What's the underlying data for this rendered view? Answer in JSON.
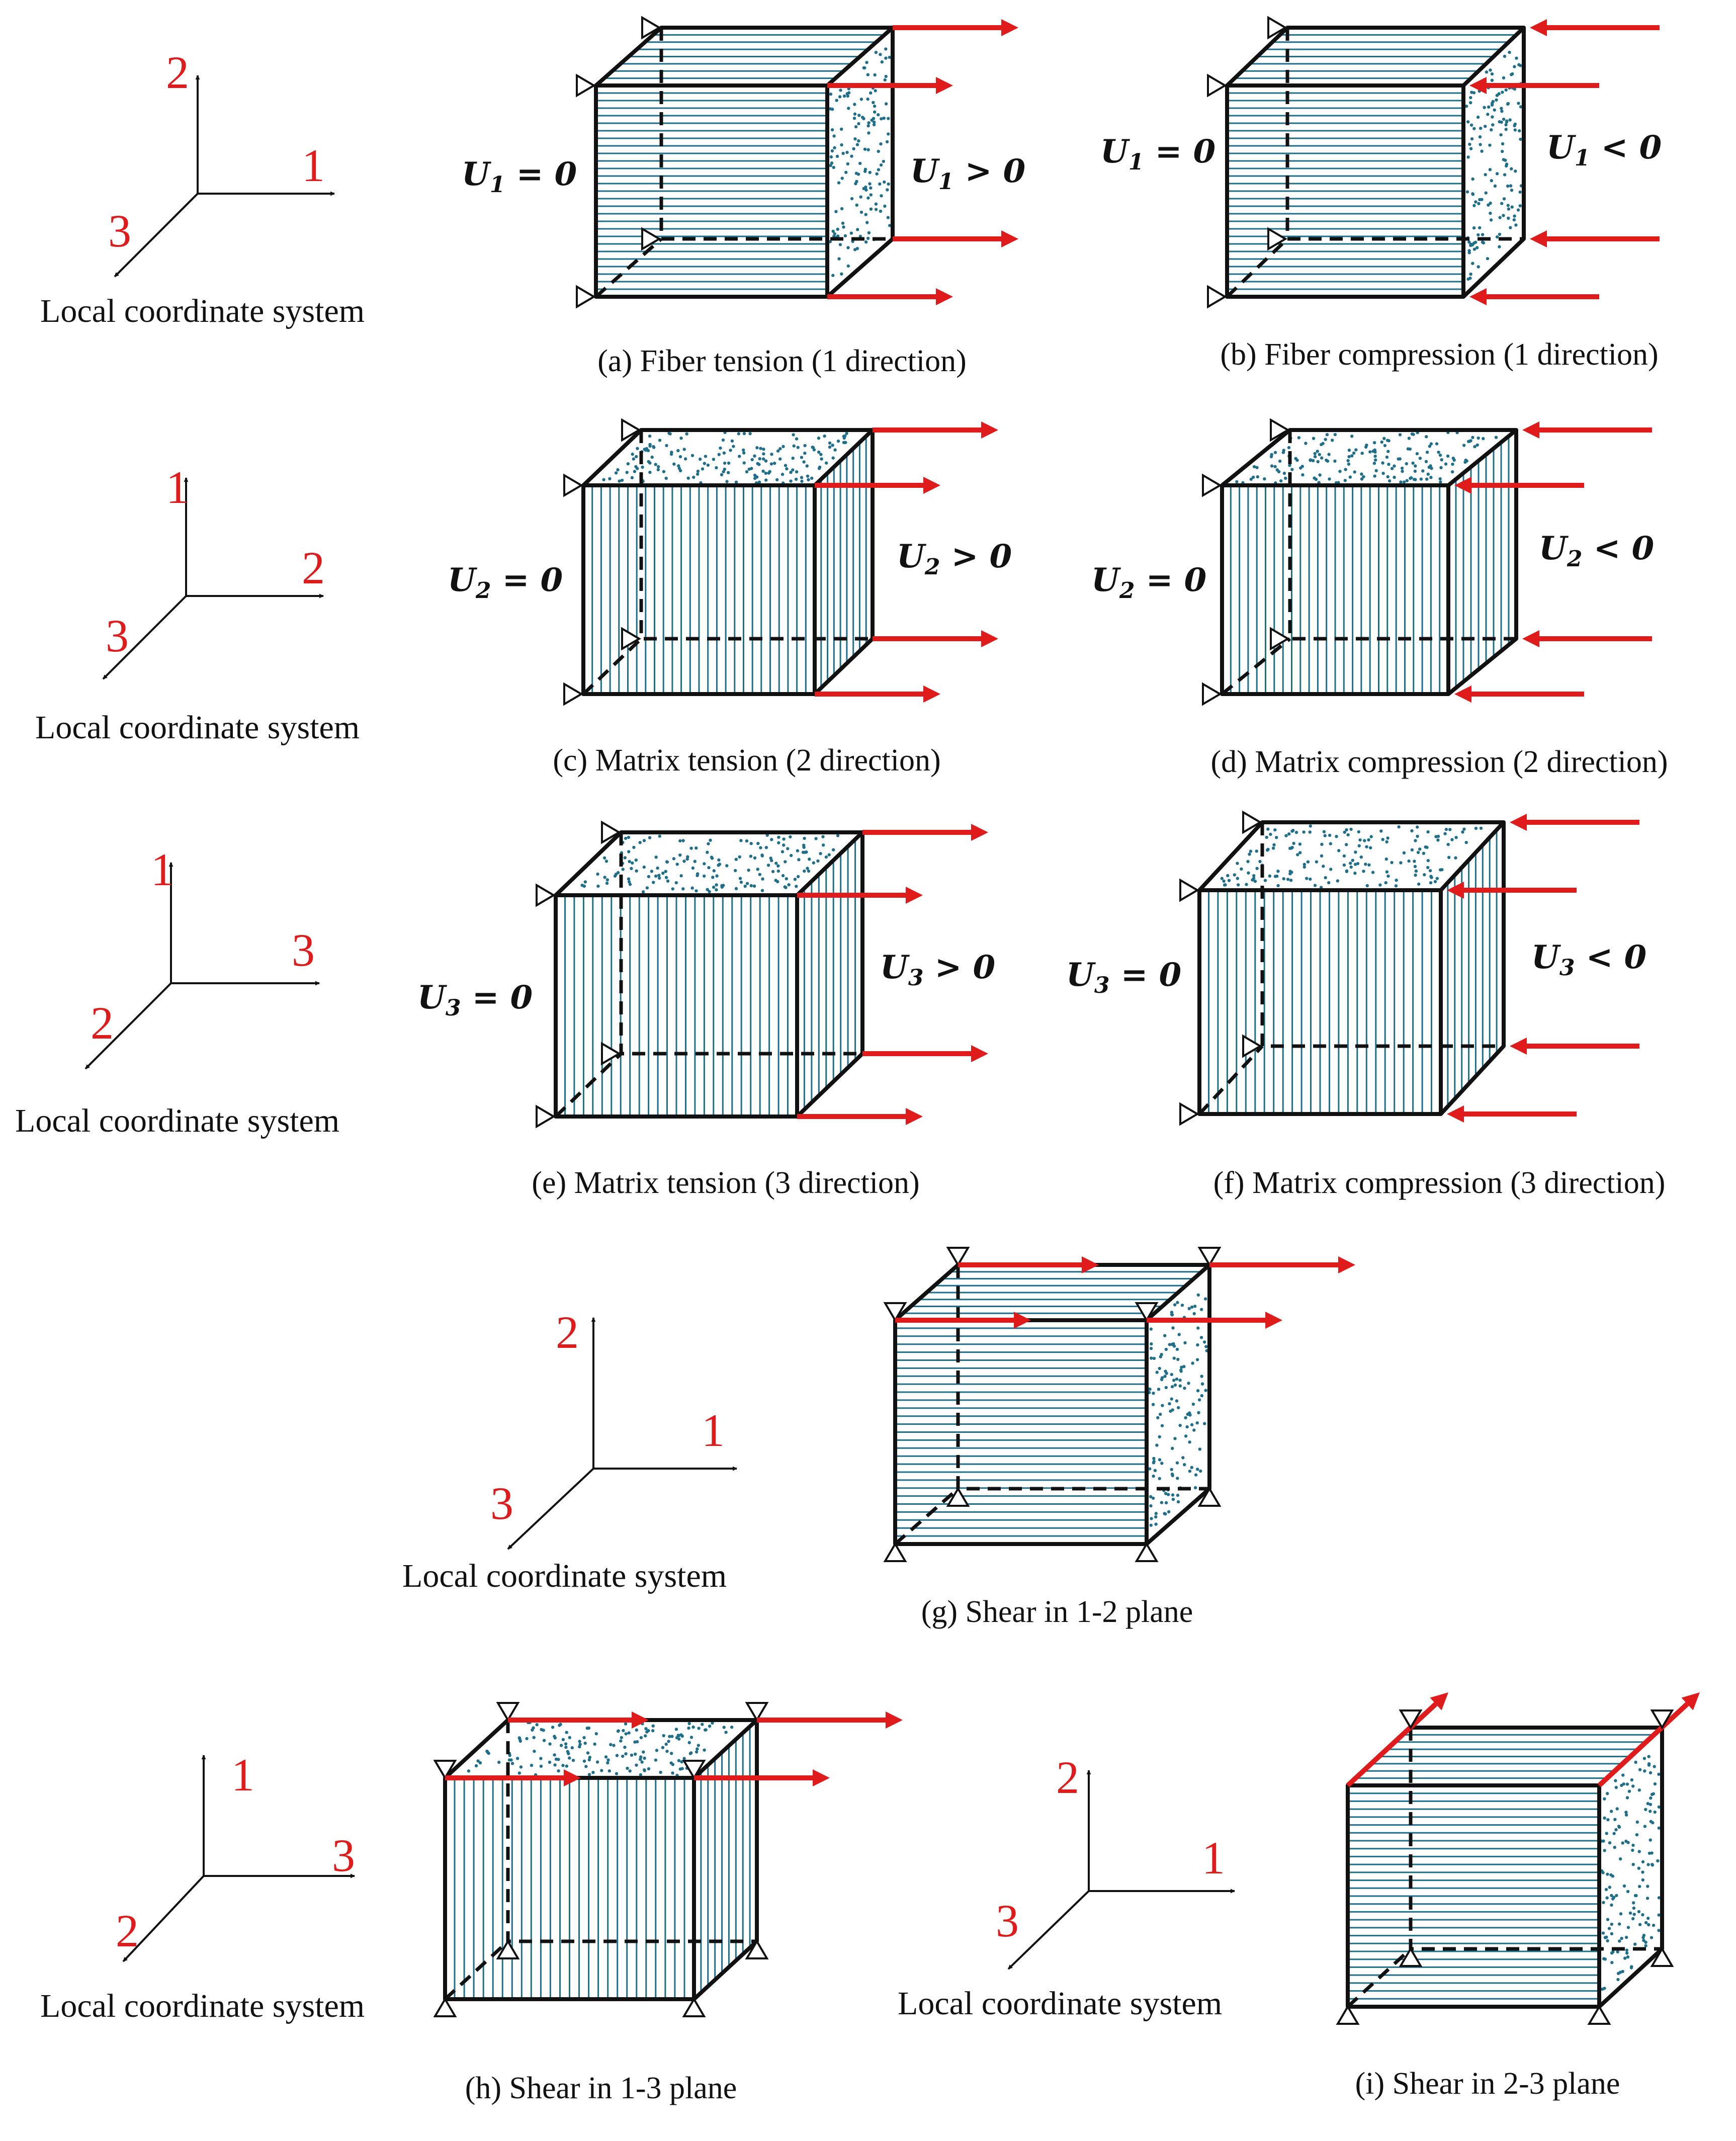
{
  "colors": {
    "fiber": "#1f6f8b",
    "arrow": "#e01b1b",
    "edge": "#111111",
    "axis_label": "#e01b1b"
  },
  "coordinate_label": "Local coordinate system",
  "panels": [
    {
      "id": "a",
      "caption": "(a) Fiber tension (1 direction)",
      "fixed_var": "U",
      "fixed_sub": "1",
      "fixed_rel": "= 0",
      "load_var": "U",
      "load_sub": "1",
      "load_rel": "> 0",
      "load": "tension",
      "fibers": "horizontal"
    },
    {
      "id": "b",
      "caption": "(b) Fiber compression (1 direction)",
      "fixed_var": "U",
      "fixed_sub": "1",
      "fixed_rel": "= 0",
      "load_var": "U",
      "load_sub": "1",
      "load_rel": "< 0",
      "load": "compression",
      "fibers": "horizontal"
    },
    {
      "id": "c",
      "caption": "(c) Matrix tension (2 direction)",
      "fixed_var": "U",
      "fixed_sub": "2",
      "fixed_rel": "= 0",
      "load_var": "U",
      "load_sub": "2",
      "load_rel": "> 0",
      "load": "tension",
      "fibers": "vertical"
    },
    {
      "id": "d",
      "caption": "(d) Matrix compression (2 direction)",
      "fixed_var": "U",
      "fixed_sub": "2",
      "fixed_rel": "= 0",
      "load_var": "U",
      "load_sub": "2",
      "load_rel": "< 0",
      "load": "compression",
      "fibers": "vertical"
    },
    {
      "id": "e",
      "caption": "(e) Matrix tension (3 direction)",
      "fixed_var": "U",
      "fixed_sub": "3",
      "fixed_rel": "= 0",
      "load_var": "U",
      "load_sub": "3",
      "load_rel": "> 0",
      "load": "tension",
      "fibers": "vertical"
    },
    {
      "id": "f",
      "caption": "(f) Matrix compression (3 direction)",
      "fixed_var": "U",
      "fixed_sub": "3",
      "fixed_rel": "= 0",
      "load_var": "U",
      "load_sub": "3",
      "load_rel": "< 0",
      "load": "compression",
      "fibers": "vertical"
    },
    {
      "id": "g",
      "caption": "(g) Shear in 1-2 plane",
      "load": "shear",
      "fibers": "horizontal"
    },
    {
      "id": "h",
      "caption": "(h) Shear in 1-3 plane",
      "load": "shear",
      "fibers": "vertical"
    },
    {
      "id": "i",
      "caption": "(i) Shear in 2-3 plane",
      "load": "shear",
      "fibers": "horizontal"
    }
  ],
  "coordinate_systems": [
    {
      "id": "cs1",
      "up": "2",
      "right": "1",
      "diag": "3"
    },
    {
      "id": "cs2",
      "up": "1",
      "right": "2",
      "diag": "3"
    },
    {
      "id": "cs3",
      "up": "1",
      "right": "3",
      "diag": "2"
    },
    {
      "id": "cs4",
      "up": "2",
      "right": "1",
      "diag": "3"
    },
    {
      "id": "cs5",
      "up": "1",
      "right": "3",
      "diag": "2"
    },
    {
      "id": "cs6",
      "up": "2",
      "right": "1",
      "diag": "3"
    }
  ]
}
